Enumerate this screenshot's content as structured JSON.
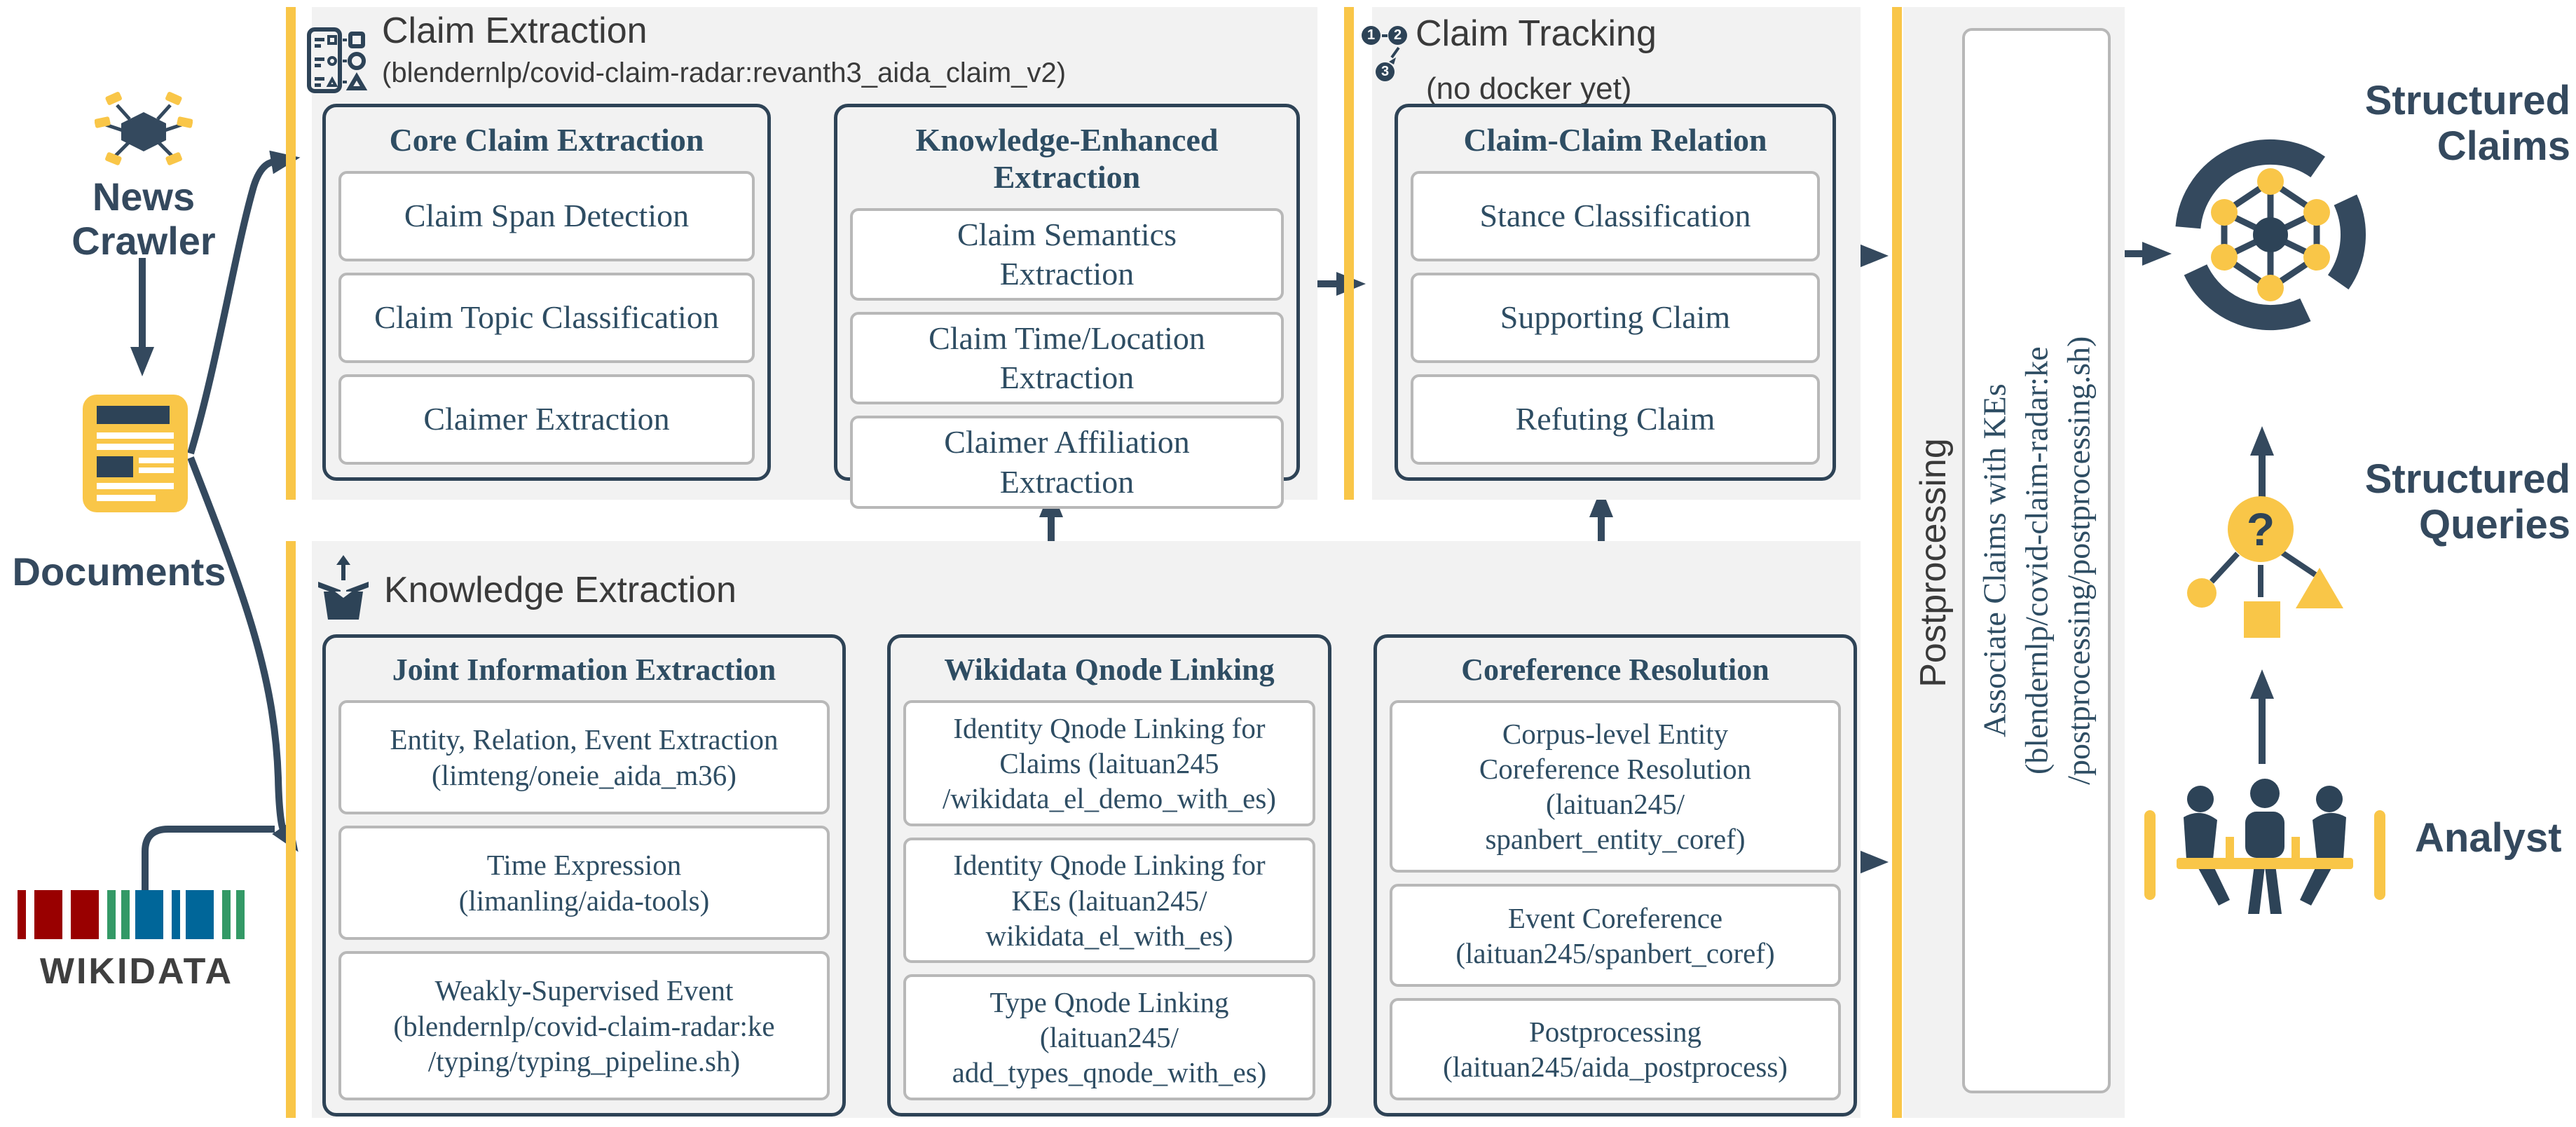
{
  "colors": {
    "navy": "#34495e",
    "box_border_navy": "#2e4356",
    "serif_text": "#2e4d63",
    "yellow": "#F9C648",
    "panel_gray": "#f2f2f2",
    "sub_box_border": "#b8b8b8",
    "section_title_gray": "#3a3a3a",
    "wikidata_red": "#990000",
    "wikidata_green": "#339966",
    "wikidata_blue": "#006699"
  },
  "left_column": {
    "news_crawler_label": "News\nCrawler",
    "documents_label": "Documents",
    "wikidata_label": "WIKIDATA"
  },
  "claim_extraction": {
    "title": "Claim Extraction",
    "subtitle": "(blendernlp/covid-claim-radar:revanth3_aida_claim_v2)",
    "core": {
      "header": "Core Claim Extraction",
      "items": [
        "Claim Span Detection",
        "Claim Topic Classification",
        "Claimer Extraction"
      ]
    },
    "enhanced": {
      "header": "Knowledge-Enhanced Extraction",
      "items": [
        "Claim Semantics\nExtraction",
        "Claim Time/Location\nExtraction",
        "Claimer Affiliation\nExtraction"
      ]
    }
  },
  "claim_tracking": {
    "title": "Claim Tracking",
    "subtitle": "(no docker yet)",
    "badges": [
      "1",
      "2",
      "3"
    ],
    "relation": {
      "header": "Claim-Claim Relation",
      "items": [
        "Stance Classification",
        "Supporting Claim",
        "Refuting Claim"
      ]
    }
  },
  "knowledge_extraction": {
    "title": "Knowledge Extraction",
    "jie": {
      "header": "Joint Information Extraction",
      "items": [
        "Entity, Relation, Event Extraction\n(limteng/oneie_aida_m36)",
        "Time Expression\n(limanling/aida-tools)",
        "Weakly-Supervised Event\n(blendernlp/covid-claim-radar:ke\n/typing/typing_pipeline.sh)"
      ]
    },
    "wql": {
      "header": "Wikidata Qnode Linking",
      "items": [
        "Identity Qnode Linking for\nClaims (laituan245\n/wikidata_el_demo_with_es)",
        "Identity Qnode Linking for\nKEs (laituan245/\nwikidata_el_with_es)",
        "Type Qnode Linking\n(laituan245/\nadd_types_qnode_with_es)"
      ]
    },
    "coref": {
      "header": "Coreference Resolution",
      "items": [
        "Corpus-level Entity\nCoreference Resolution\n(laituan245/\nspanbert_entity_coref)",
        "Event Coreference\n(laituan245/spanbert_coref)",
        "Postprocessing\n(laituan245/aida_postprocess)"
      ]
    }
  },
  "postprocessing": {
    "title": "Postprocessing",
    "note": "Associate Claims with KEs\n(blendernlp/covid-claim-radar:ke\n/postprocessing/postprocessing.sh)"
  },
  "outputs": {
    "structured_claims_label": "Structured\nClaims",
    "structured_queries_label": "Structured\nQueries",
    "analyst_label": "Analyst"
  }
}
